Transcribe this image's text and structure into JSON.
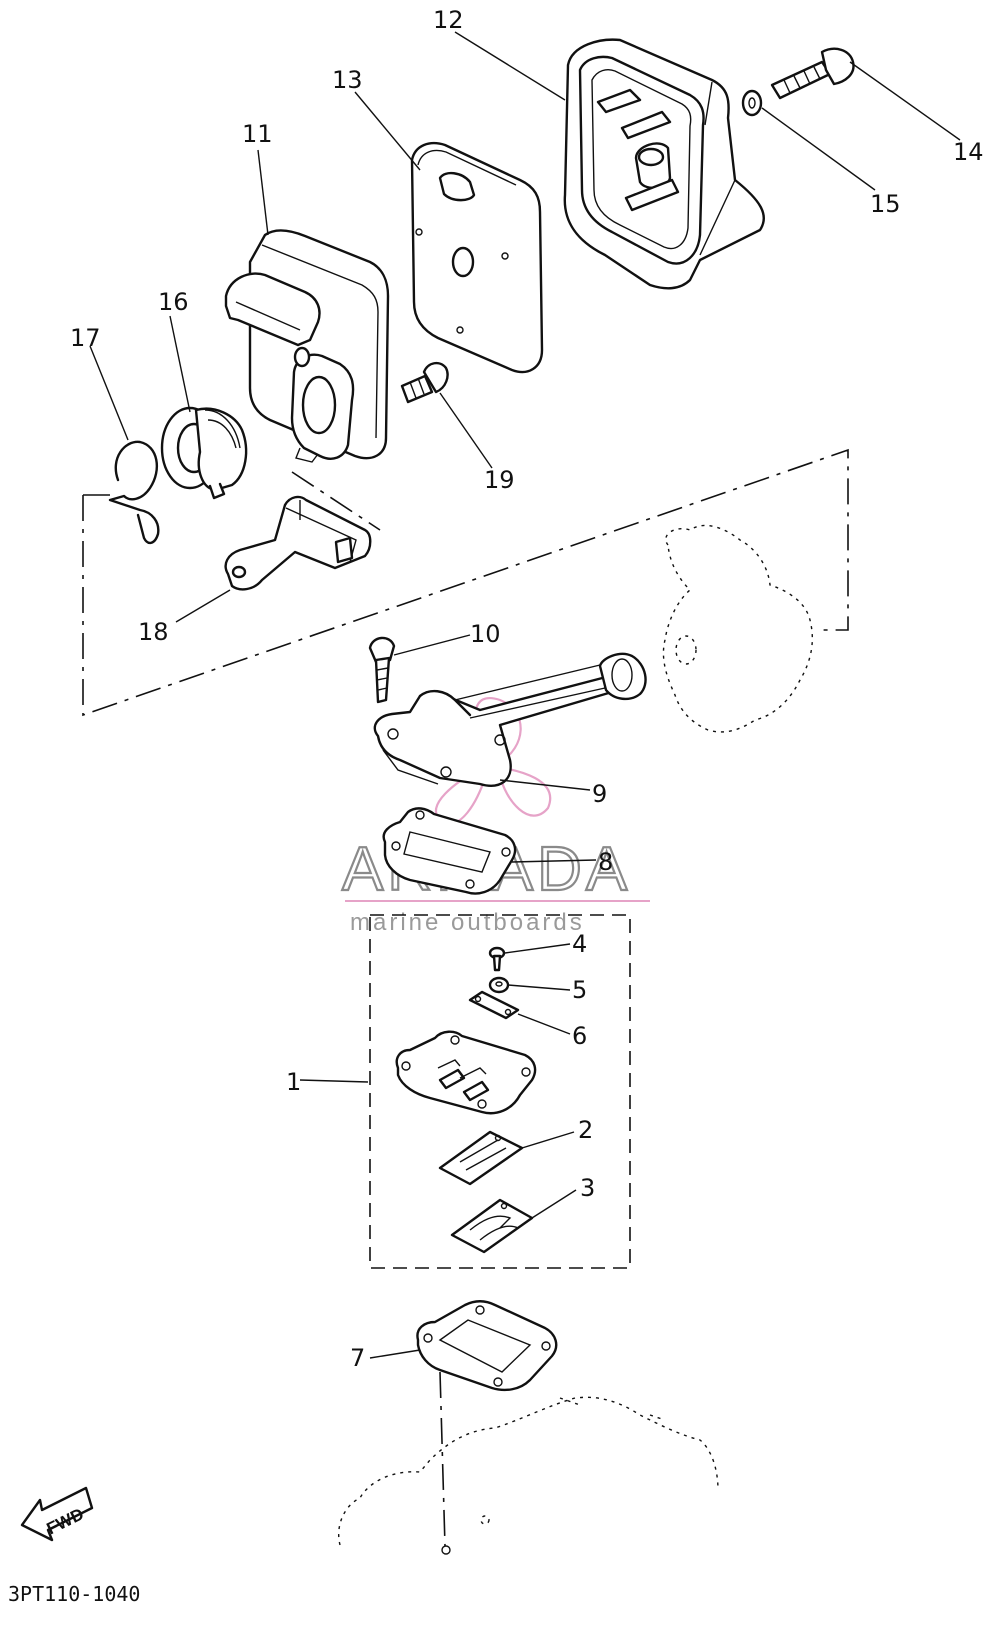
{
  "diagram_code": "3PT110-1040",
  "fwd_label": "FWD",
  "watermark": {
    "brand": "ARMADA",
    "tagline": "marine outboards",
    "color": "#e6a3c8"
  },
  "callouts": [
    {
      "n": "1"
    },
    {
      "n": "2"
    },
    {
      "n": "3"
    },
    {
      "n": "4"
    },
    {
      "n": "5"
    },
    {
      "n": "6"
    },
    {
      "n": "7"
    },
    {
      "n": "8"
    },
    {
      "n": "9"
    },
    {
      "n": "10"
    },
    {
      "n": "11"
    },
    {
      "n": "12"
    },
    {
      "n": "13"
    },
    {
      "n": "14"
    },
    {
      "n": "15"
    },
    {
      "n": "16"
    },
    {
      "n": "17"
    },
    {
      "n": "18"
    },
    {
      "n": "19"
    }
  ]
}
